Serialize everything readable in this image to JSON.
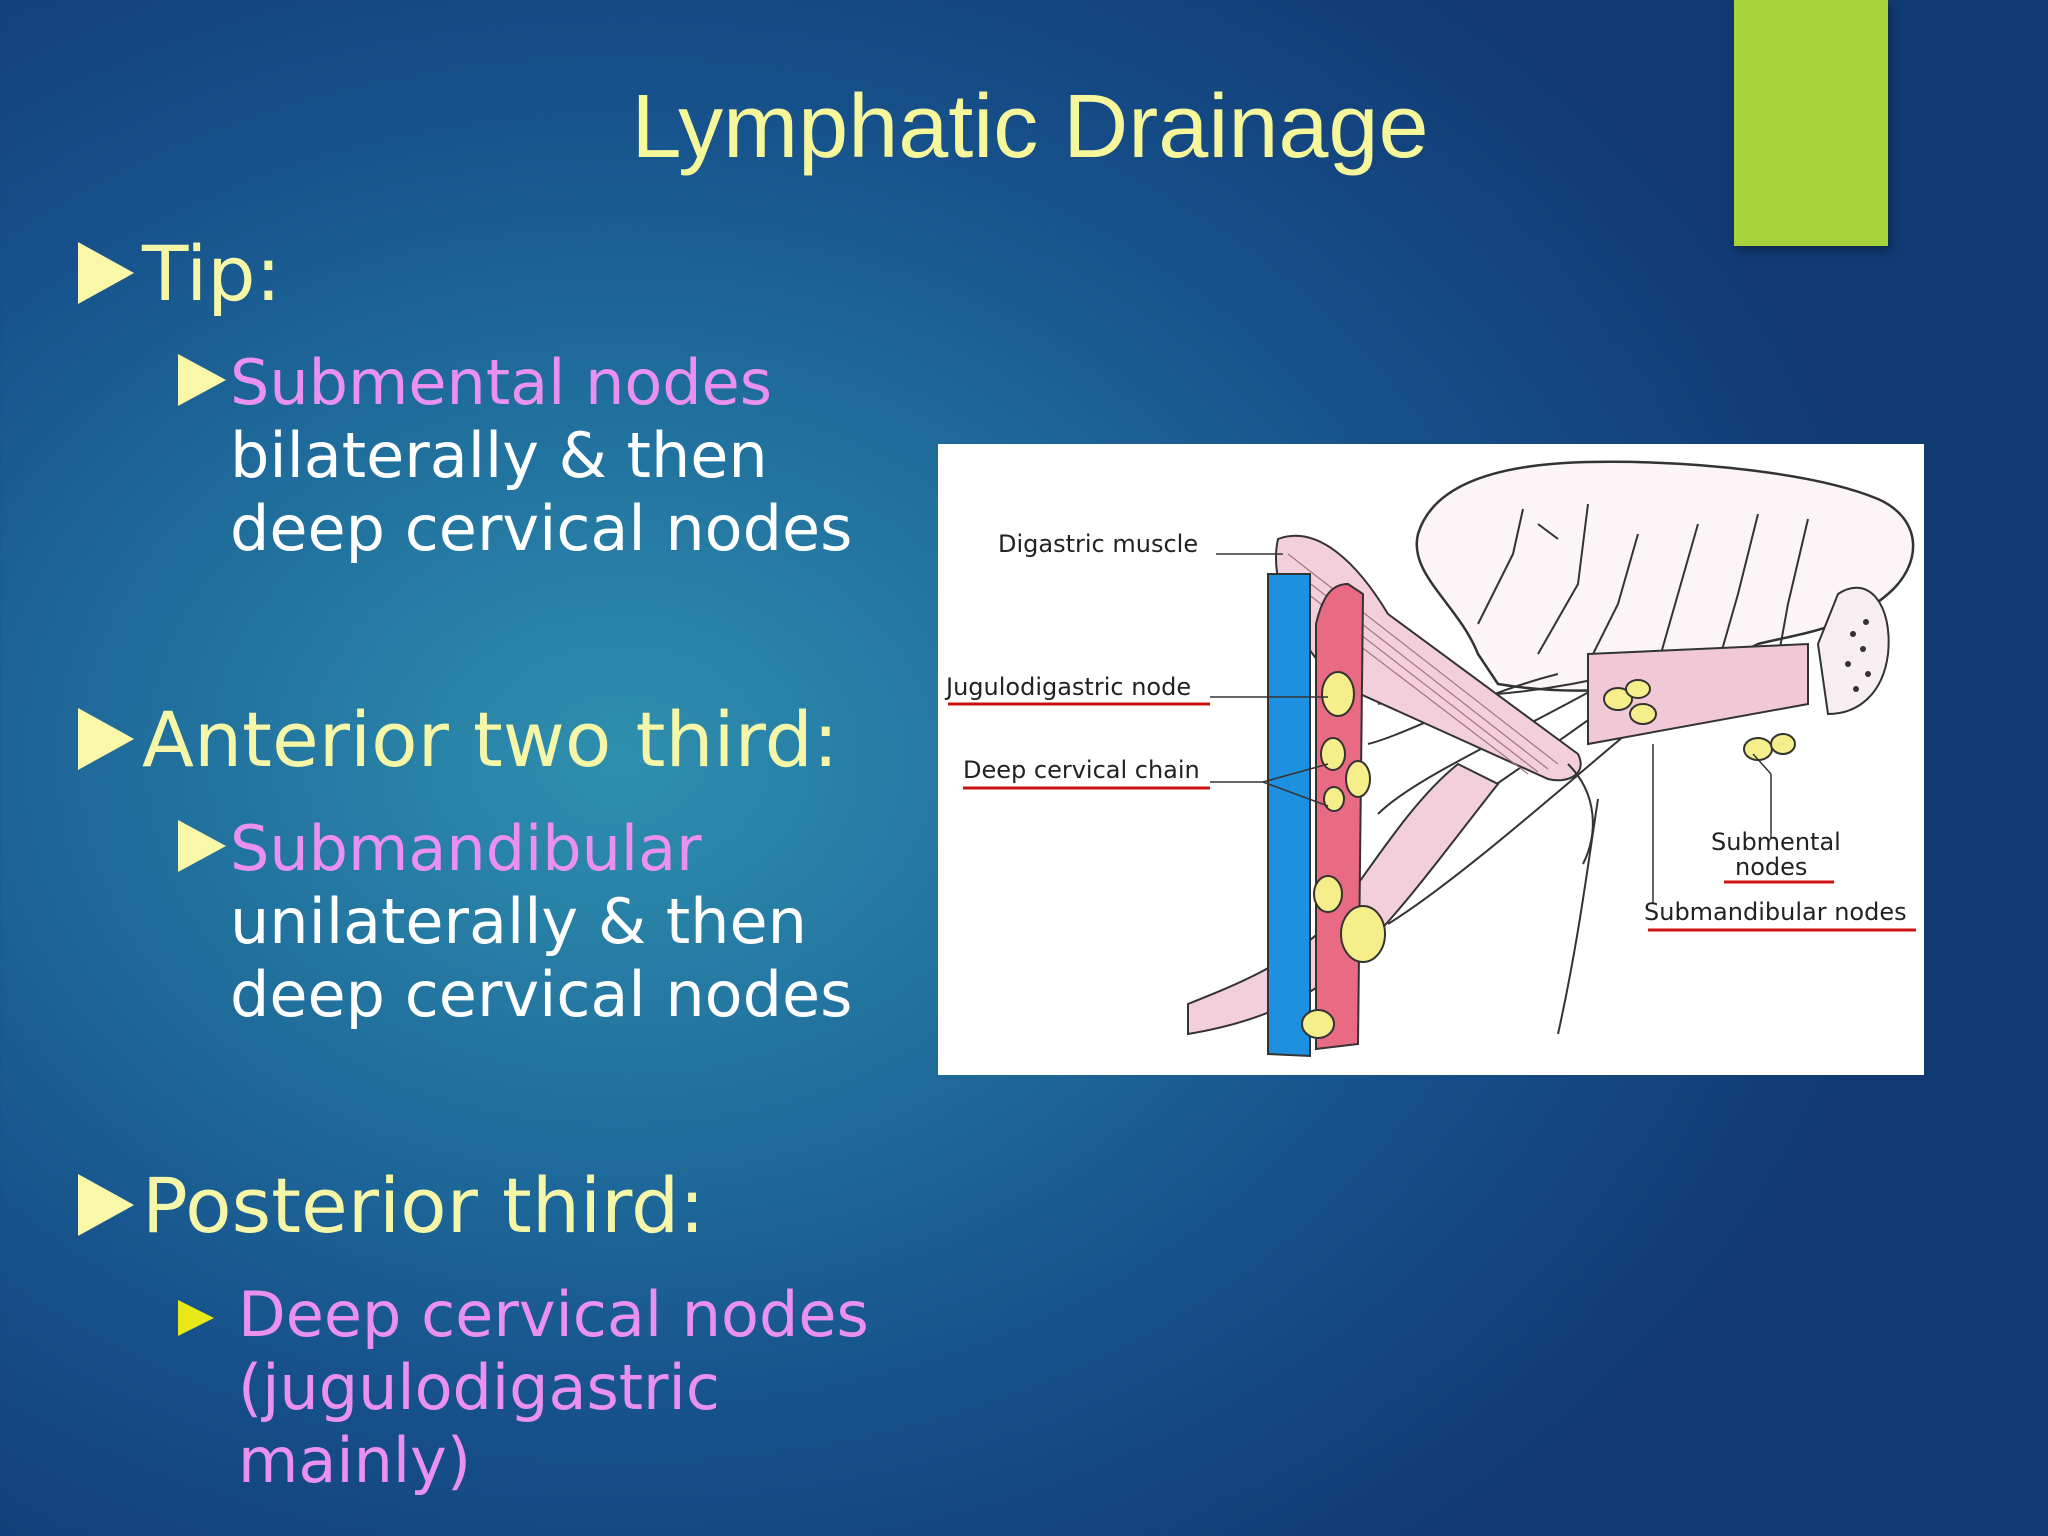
{
  "slide": {
    "title": "Lymphatic Drainage",
    "accent_color": "#a6d23a",
    "bullets": [
      {
        "heading": "Tip:",
        "sub": {
          "highlight": "Submental nodes",
          "lines": [
            "bilaterally & then",
            "deep cervical nodes"
          ]
        }
      },
      {
        "heading": "Anterior two third:",
        "sub": {
          "highlight": "Submandibular",
          "lines": [
            "unilaterally & then",
            "deep cervical nodes"
          ]
        }
      },
      {
        "heading": "Posterior third:",
        "sub": {
          "highlight_lines": [
            "Deep cervical nodes",
            "(jugulodigastric",
            "mainly)"
          ]
        }
      }
    ]
  },
  "figure": {
    "labels": {
      "digastric": "Digastric muscle",
      "jugulodigastric": "Jugulodigastric node",
      "deep_chain": "Deep cervical chain",
      "submental_1": "Submental",
      "submental_2": "nodes",
      "submandibular": "Submandibular nodes"
    },
    "underline_color": "#cc1111"
  }
}
